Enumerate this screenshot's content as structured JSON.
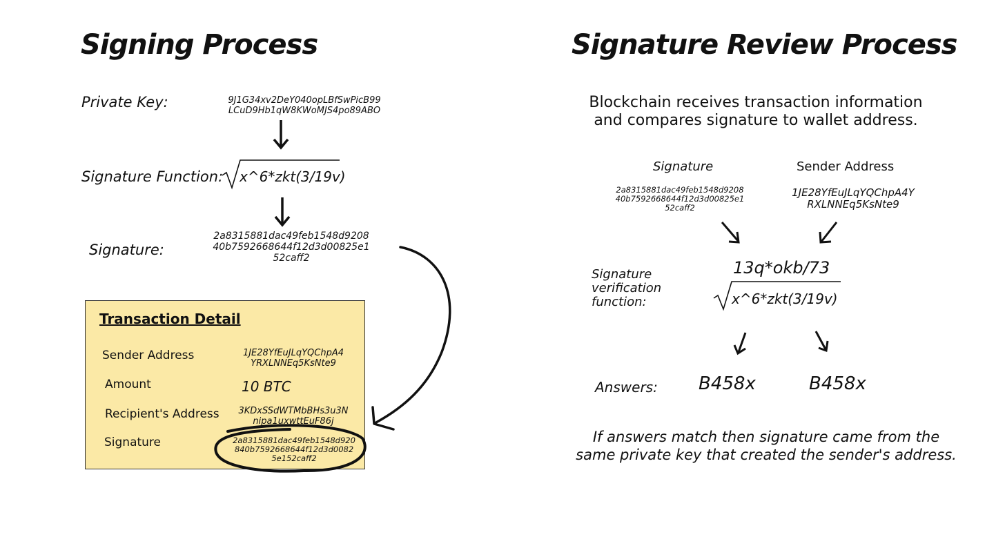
{
  "signing": {
    "title": "Signing Process",
    "private_key_label": "Private Key:",
    "private_key_value": [
      "9J1G34xv2DeY040opLBfSwPicB99",
      "LCuD9Hb1qW8KWoMJS4po89ABO"
    ],
    "signature_function_label": "Signature Function:",
    "signature_function": "x^6*zkt(3/19v)",
    "signature_label": "Signature:",
    "signature_value": [
      "2a8315881dac49feb1548d9208",
      "40b7592668644f12d3d00825e1",
      "52caff2"
    ]
  },
  "transaction": {
    "title": "Transaction Detail",
    "sender_label": "Sender Address",
    "sender_value": [
      "1JE28YfEuJLqYQChpA4",
      "YRXLNNEq5KsNte9"
    ],
    "amount_label": "Amount",
    "amount_value": "10 BTC",
    "recipient_label": "Recipient's Address",
    "recipient_value": [
      "3KDxSSdWTMbBHs3u3N",
      "nipa1uxwttEuF86j"
    ],
    "signature_label": "Signature",
    "signature_value": [
      "2a8315881dac49feb1548d920",
      "840b7592668644f12d3d0082",
      "5e152caff2"
    ]
  },
  "review": {
    "title": "Signature Review Process",
    "intro": [
      "Blockchain receives transaction information",
      "and compares signature to wallet address."
    ],
    "signature_label": "Signature",
    "signature_value": [
      "2a8315881dac49feb1548d9208",
      "40b7592668644f12d3d00825e1",
      "52caff2"
    ],
    "sender_label": "Sender Address",
    "sender_value": [
      "1JE28YfEuJLqYQChpA4Y",
      "RXLNNEq5KsNte9"
    ],
    "verification_label": [
      "Signature",
      "verification",
      "function:"
    ],
    "numerator": "13q*okb/73",
    "denominator": "x^6*zkt(3/19v)",
    "answers_label": "Answers:",
    "answer_left": "B458x",
    "answer_right": "B458x",
    "conclusion": [
      "If answers match then signature came from the",
      "same private key that created the sender's address."
    ]
  }
}
